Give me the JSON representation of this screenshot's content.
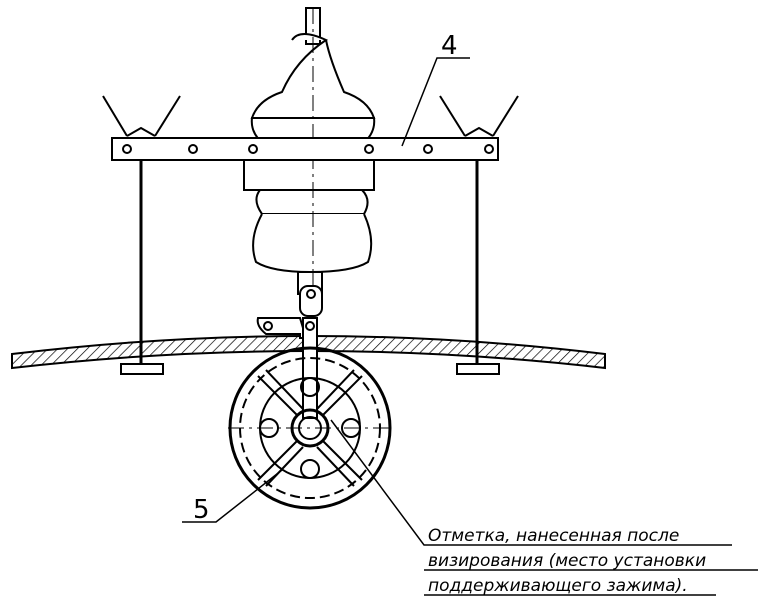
{
  "callouts": {
    "label_4": "4",
    "label_5": "5"
  },
  "note": {
    "line1": "Отметка, нанесенная после",
    "line2": "визирования (место установки",
    "line3": "поддерживающего зажима)."
  }
}
